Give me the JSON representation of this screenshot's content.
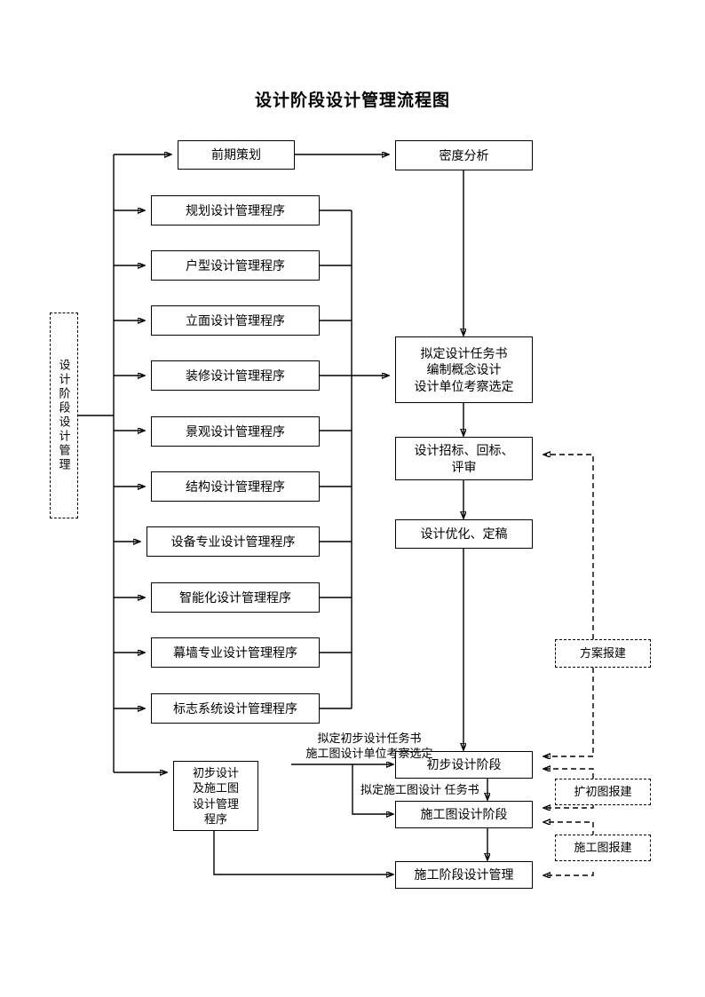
{
  "title": "设计阶段设计管理流程图",
  "side_label": {
    "text": "设计阶段设计管理"
  },
  "left_column": {
    "items": [
      {
        "label": "前期策划"
      },
      {
        "label": "规划设计管理程序"
      },
      {
        "label": "户型设计管理程序"
      },
      {
        "label": "立面设计管理程序"
      },
      {
        "label": "装修设计管理程序"
      },
      {
        "label": "景观设计管理程序"
      },
      {
        "label": "结构设计管理程序"
      },
      {
        "label": "设备专业设计管理程序"
      },
      {
        "label": "智能化设计管理程序"
      },
      {
        "label": "幕墙专业设计管理程序"
      },
      {
        "label": "标志系统设计管理程序"
      }
    ],
    "preliminary_box": "初步设计\n及施工图\n设计管理\n程序"
  },
  "right_column": {
    "density_analysis": "密度分析",
    "task_book": "拟定设计任务书\n编制概念设计\n设计单位考察选定",
    "bidding": "设计招标、回标、\n评审",
    "optimize": "设计优化、定稿",
    "preliminary_stage": "初步设计阶段",
    "construction_drawing_stage": "施工图设计阶段",
    "construction_stage": "施工阶段设计管理"
  },
  "permit_boxes": [
    {
      "label": "方案报建"
    },
    {
      "label": "扩初图报建"
    },
    {
      "label": "施工图报建"
    }
  ],
  "edge_labels": [
    {
      "text": "拟定初步设计任务书\n施工图设计单位考察选定"
    },
    {
      "text": "拟定施工图设计  任务书"
    }
  ],
  "colors": {
    "stroke": "#000000",
    "background": "#ffffff",
    "text": "#000000"
  },
  "chart_data": {
    "type": "table",
    "title": "设计阶段设计管理流程图",
    "nodes": [
      "设计阶段设计管理",
      "前期策划",
      "规划设计管理程序",
      "户型设计管理程序",
      "立面设计管理程序",
      "装修设计管理程序",
      "景观设计管理程序",
      "结构设计管理程序",
      "设备专业设计管理程序",
      "智能化设计管理程序",
      "幕墙专业设计管理程序",
      "标志系统设计管理程序",
      "初步设计及施工图设计管理程序",
      "密度分析",
      "拟定设计任务书 编制概念设计 设计单位考察选定",
      "设计招标、回标、评审",
      "设计优化、定稿",
      "初步设计阶段",
      "施工图设计阶段",
      "施工阶段设计管理",
      "方案报建",
      "扩初图报建",
      "施工图报建"
    ]
  }
}
